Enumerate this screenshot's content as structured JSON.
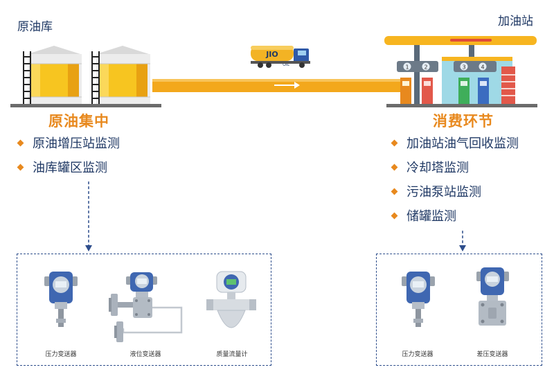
{
  "left": {
    "location": "原油库",
    "section_title": "原油集中",
    "items": [
      "原油增压站监测",
      "油库罐区监测"
    ],
    "devices": [
      "压力变送器",
      "液位变送器",
      "质量流量计"
    ]
  },
  "right": {
    "location": "加油站",
    "section_title": "消费环节",
    "items": [
      "加油站油气回收监测",
      "冷却塔监测",
      "污油泵站监测",
      "储罐监测"
    ],
    "devices": [
      "压力变送器",
      "差压变送器"
    ]
  },
  "truck": {
    "tank_text": "JIO",
    "side_text": "OIL"
  },
  "pumps": [
    "1",
    "2",
    "3",
    "4"
  ],
  "colors": {
    "navy": "#1f3864",
    "orange": "#e8891e",
    "pipe": "#f3a81c",
    "tank_yellow": "#f7c520",
    "dash_blue": "#2e4e8c"
  }
}
